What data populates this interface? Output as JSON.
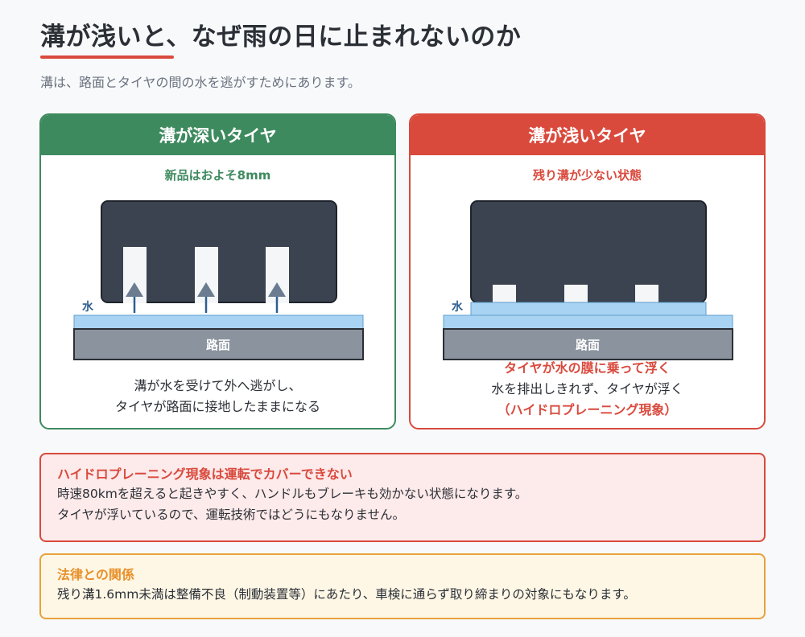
{
  "header": {
    "title": "溝が浅いと、なぜ雨の日に止まれないのか",
    "subtitle": "溝は、路面とタイヤの間の水を逃がすためにあります。"
  },
  "panels": {
    "deep": {
      "title": "溝が深いタイヤ",
      "subtitle": "新品はおよそ8mm",
      "water_label": "水",
      "road_label": "路面",
      "caption_lines": [
        "溝が水を受けて外へ逃がし、",
        "タイヤが路面に接地したままになる"
      ]
    },
    "shallow": {
      "title": "溝が浅いタイヤ",
      "subtitle": "残り溝が少ない状態",
      "water_label": "水",
      "road_label": "路面",
      "warning": "タイヤが水の膜に乗って浮く",
      "caption_lines": [
        "水を排出しきれず、タイヤが浮く",
        "（ハイドロプレーニング現象）"
      ]
    }
  },
  "notices": {
    "danger": {
      "title": "ハイドロプレーニング現象は運転でカバーできない",
      "lines": [
        "時速80kmを超えると起きやすく、ハンドルもブレーキも効かない状態になります。",
        "タイヤが浮いているので、運転技術ではどうにもなりません。"
      ]
    },
    "law": {
      "title": "法律との関係",
      "lines": [
        "残り溝1.6mm未満は整備不良（制動装置等）にあたり、車検に通らず取り締まりの対象にもなります。"
      ]
    }
  },
  "colors": {
    "green": "#3e8a5f",
    "red": "#d94a3d",
    "orange": "#e8a23c",
    "tire": "#3b4350",
    "water": "#a9d3f2",
    "road": "#8a939e",
    "arrow": "#6b7c90"
  }
}
